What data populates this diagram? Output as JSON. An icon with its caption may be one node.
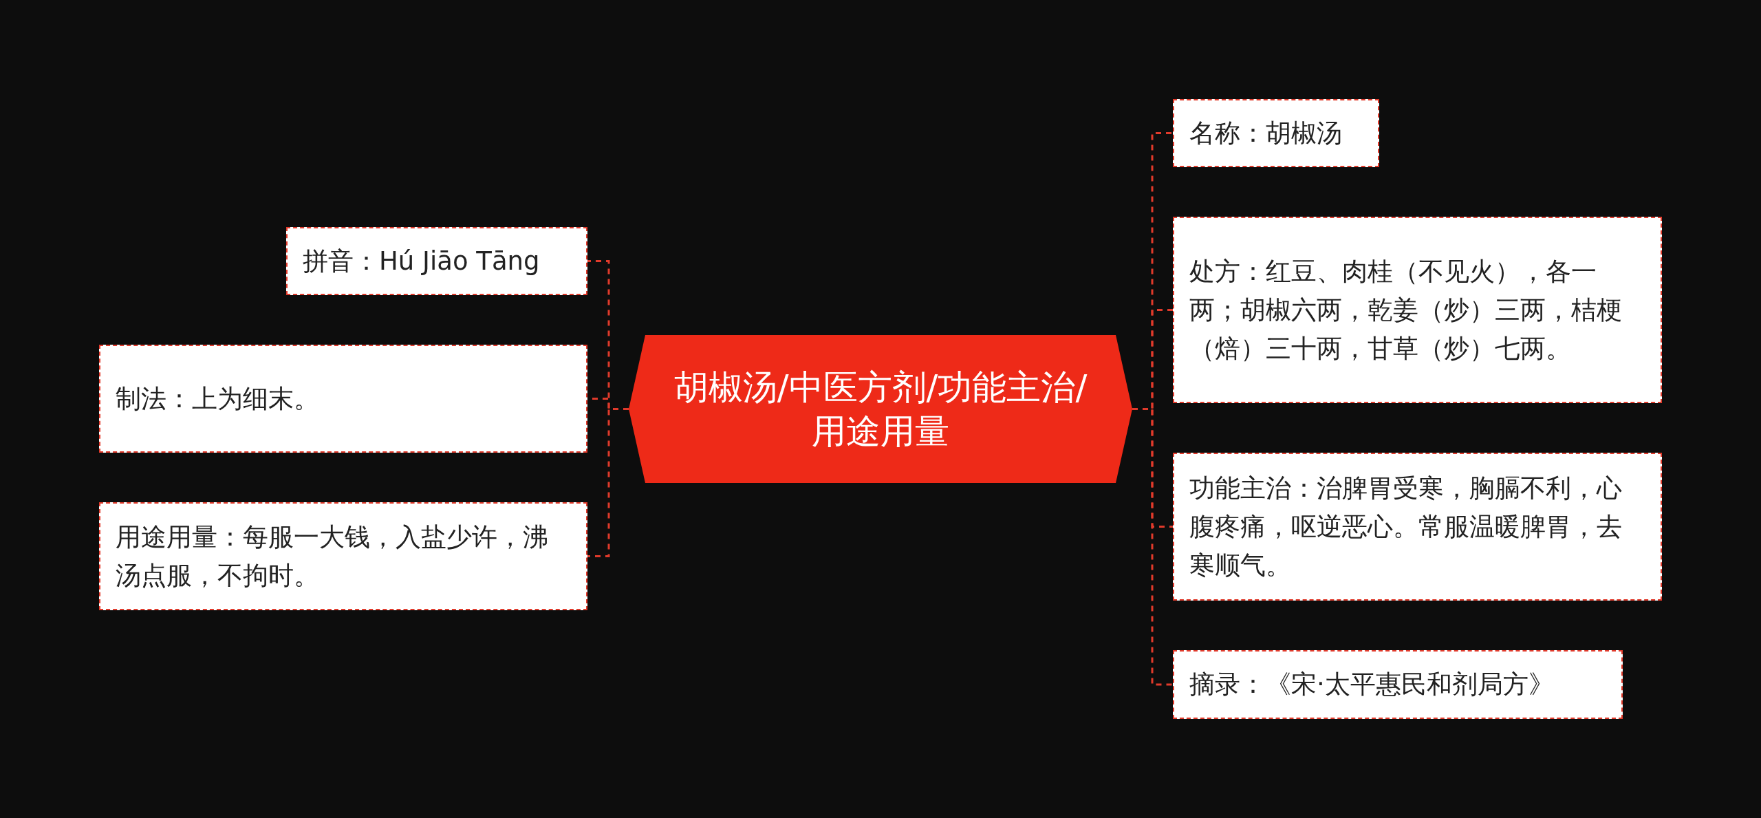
{
  "diagram": {
    "nodes": [
      {
        "text": [
          "胡椒汤/中医方剂/功能主治/用途用量"
        ]
      },
      {
        "text": [
          "拼音：Hú Jiāo Tāng"
        ]
      },
      {
        "text": [
          "制法：上为细末。"
        ]
      },
      {
        "text": [
          "用途用量：每服一大钱，入盐少许，沸汤点服，不拘时。"
        ]
      },
      {
        "text": [
          "名称：胡椒汤"
        ]
      },
      {
        "text": [
          "处方：红豆、肉桂（不见火），各一两；胡椒六两，乾姜（炒）三两，桔梗（焙）三十两，甘草（炒）七两。"
        ]
      },
      {
        "text": [
          "功能主治：治脾胃受寒，胸膈不利，心腹疼痛，呕逆恶心。常服温暖脾胃，去寒顺气。"
        ]
      },
      {
        "text": [
          "摘录：《宋·太平惠民和剂局方》"
        ]
      }
    ],
    "edges": [
      {
        "from": 0,
        "to": 1,
        "arrow": "none",
        "style": "dashed"
      },
      {
        "from": 0,
        "to": 2,
        "arrow": "none",
        "style": "dashed"
      },
      {
        "from": 0,
        "to": 3,
        "arrow": "none",
        "style": "dashed"
      },
      {
        "from": 0,
        "to": 4,
        "arrow": "none",
        "style": "dashed"
      },
      {
        "from": 0,
        "to": 5,
        "arrow": "none",
        "style": "dashed"
      },
      {
        "from": 0,
        "to": 6,
        "arrow": "none",
        "style": "dashed"
      },
      {
        "from": 0,
        "to": 7,
        "arrow": "none",
        "style": "dashed"
      }
    ]
  }
}
